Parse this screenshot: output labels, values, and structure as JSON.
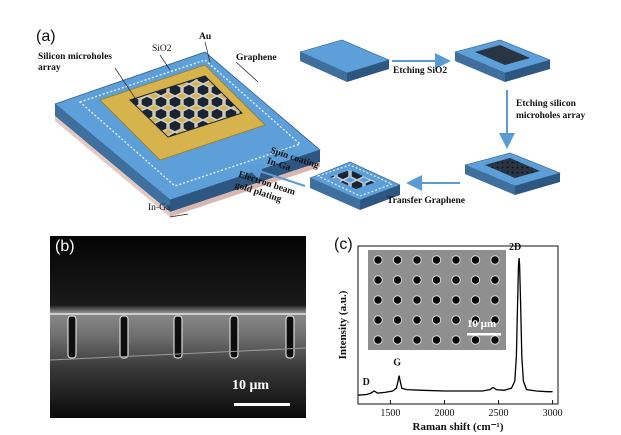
{
  "panel_a": {
    "label": "(a)",
    "labels": {
      "silicon_microholes": "Silicon microholes array",
      "sio2": "SiO2",
      "au": "Au",
      "graphene": "Graphene",
      "in_ga": "In-Ga",
      "etching_sio2": "Etching SiO2",
      "etching_silicon": "Etching silicon microholes array",
      "transfer_graphene": "Transfer Graphene",
      "spin_coating": "Spin coating In-Ga",
      "electron_beam": "Electron beam gold plating"
    }
  },
  "panel_b": {
    "label": "(b)",
    "scale_bar": "10 μm"
  },
  "panel_c": {
    "label": "(c)",
    "inset_scale_bar": "10 μm"
  },
  "chart_data": {
    "type": "line",
    "title": "",
    "xlabel": "Raman shift (cm⁻¹)",
    "ylabel": "Intensity (a.u.)",
    "xlim": [
      1200,
      3050
    ],
    "xticks": [
      1500,
      2000,
      2500,
      3000
    ],
    "y_ticks_shown": false,
    "grid": false,
    "peaks": [
      {
        "label": "D",
        "x": 1350,
        "relative_intensity": 0.05
      },
      {
        "label": "G",
        "x": 1580,
        "relative_intensity": 0.16
      },
      {
        "label": "2D",
        "x": 2690,
        "relative_intensity": 1.0
      }
    ],
    "series": [
      {
        "x": [
          1200,
          1280,
          1320,
          1350,
          1380,
          1450,
          1520,
          1555,
          1570,
          1580,
          1590,
          1605,
          1650,
          1800,
          2000,
          2200,
          2350,
          2420,
          2450,
          2480,
          2550,
          2620,
          2650,
          2665,
          2675,
          2685,
          2690,
          2695,
          2705,
          2715,
          2730,
          2760,
          2850,
          2950,
          3000
        ],
        "y": [
          0.02,
          0.025,
          0.035,
          0.05,
          0.035,
          0.04,
          0.05,
          0.07,
          0.12,
          0.16,
          0.12,
          0.07,
          0.06,
          0.055,
          0.05,
          0.05,
          0.05,
          0.06,
          0.075,
          0.06,
          0.055,
          0.07,
          0.12,
          0.3,
          0.65,
          0.95,
          1.0,
          0.95,
          0.65,
          0.3,
          0.12,
          0.06,
          0.05,
          0.045,
          0.045
        ]
      }
    ]
  }
}
